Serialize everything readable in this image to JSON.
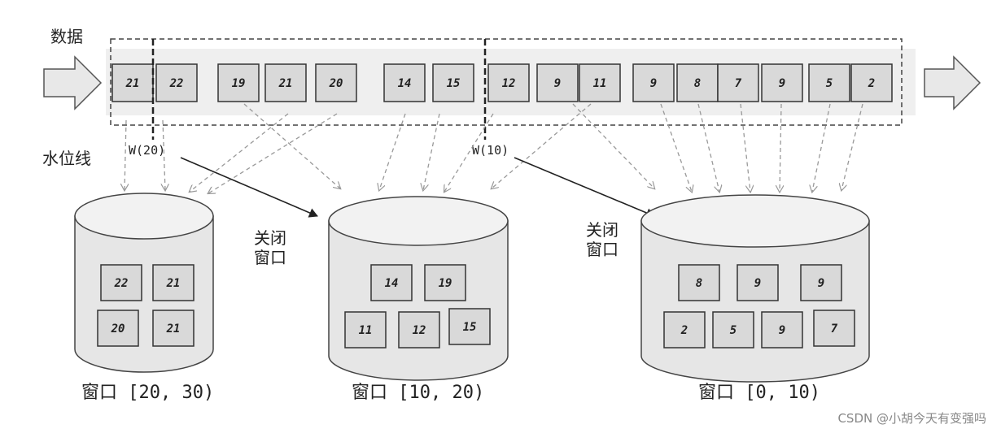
{
  "labels": {
    "data": "数据",
    "watermark_line": "水位线",
    "close_window_1": "关闭",
    "close_window_2": "窗口",
    "close_window_3": "关闭",
    "close_window_4": "窗口"
  },
  "watermarks": [
    "W(20)",
    "W(10)"
  ],
  "stream_boxes": [
    "21",
    "22",
    "19",
    "21",
    "20",
    "14",
    "15",
    "12",
    "9",
    "11",
    "9",
    "8",
    "7",
    "9",
    "5",
    "2"
  ],
  "windows": [
    {
      "label": "窗口 [20, 30)",
      "items": [
        "22",
        "21",
        "20",
        "21"
      ]
    },
    {
      "label": "窗口 [10, 20)",
      "items": [
        "14",
        "19",
        "11",
        "12",
        "15"
      ]
    },
    {
      "label": "窗口 [0, 10)",
      "items": [
        "8",
        "9",
        "9",
        "2",
        "5",
        "9",
        "7"
      ]
    }
  ],
  "credit": "CSDN @小胡今天有变强吗"
}
